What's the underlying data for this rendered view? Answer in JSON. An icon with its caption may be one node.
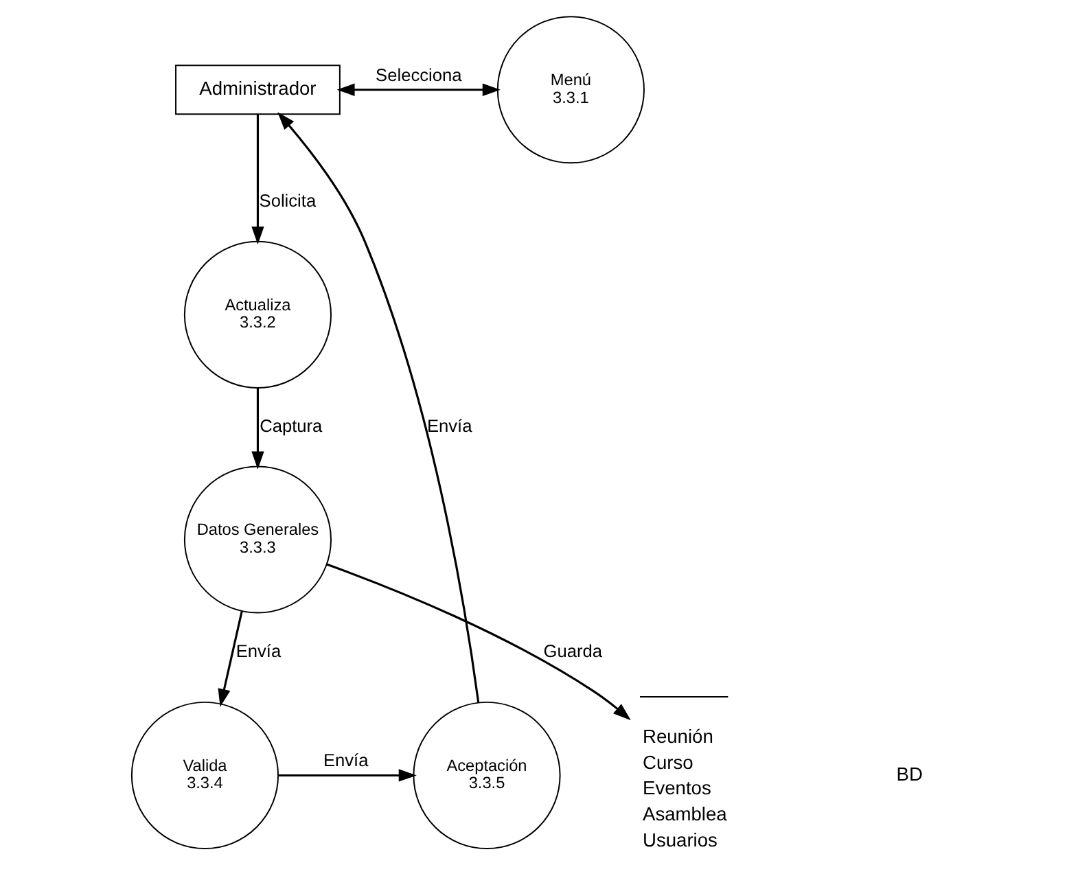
{
  "diagram": {
    "nodes": [
      {
        "text": [
          "Administrador"
        ]
      },
      {
        "text": [
          "Menú",
          "3.3.1"
        ]
      },
      {
        "text": [
          "Actualiza",
          "3.3.2"
        ]
      },
      {
        "text": [
          "Datos Generales",
          "3.3.3"
        ]
      },
      {
        "text": [
          "Valida",
          "3.3.4"
        ]
      },
      {
        "text": [
          "Aceptación",
          "3.3.5"
        ]
      },
      {
        "text": [
          "Reunión",
          "Curso",
          "Eventos",
          "Asamblea",
          "Usuarios"
        ]
      }
    ],
    "edges": [
      {
        "from": 0,
        "to": 1,
        "arrow": "both",
        "label": "Selecciona"
      },
      {
        "from": 0,
        "to": 2,
        "arrow": "to",
        "label": "Solicita"
      },
      {
        "from": 2,
        "to": 3,
        "arrow": "to",
        "label": "Captura"
      },
      {
        "from": 3,
        "to": 4,
        "arrow": "to",
        "label": "Envía"
      },
      {
        "from": 3,
        "to": 6,
        "arrow": "to",
        "label": "Guarda"
      },
      {
        "from": 4,
        "to": 5,
        "arrow": "to",
        "label": "Envía"
      },
      {
        "from": 5,
        "to": 0,
        "arrow": "to",
        "label": "Envía"
      }
    ],
    "labels": [
      "BD"
    ]
  }
}
